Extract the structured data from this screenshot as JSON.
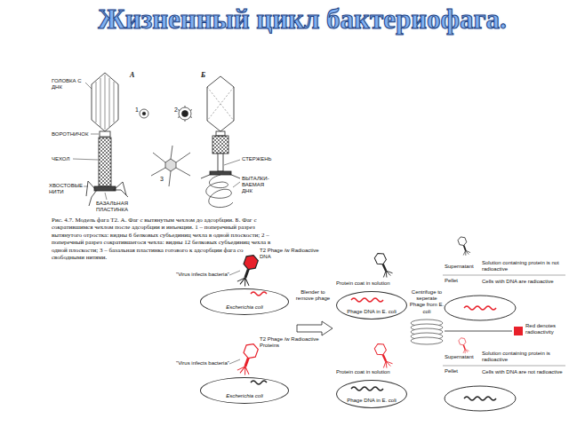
{
  "diagram": {
    "title": "Жизненный цикл бактериофага.",
    "caption": "Рис. 4.7. Модель фага T2. А. Фаг с вытянутым чехлом до адсорбции. Б. Фаг с сократившимся чехлом после адсорбции и инъекции. 1 – поперечный разрез вытянутого отростка: видны 6 белковых субъединиц чехла в одной плоскости; 2 – поперечный разрез сократившегося чехла: видны 12 белковых субъединиц чехла в одной плоскости; 3 – базальная пластинка готового к адсорбции фага со свободными нитями.",
    "nodes": [
      {
        "text": [
          "Escherichia coli"
        ]
      },
      {
        "text": [
          "Phage DNA in E. coli"
        ]
      },
      {
        "text": [
          "Escherichia coli"
        ]
      },
      {
        "text": [
          "Phage DNA in E. coli"
        ]
      }
    ],
    "labels": [
      "ГОЛОВКА С ДНК",
      "А",
      "Б",
      "ВОРОТНИЧОК",
      "ЧЕХОЛ",
      "1",
      "2",
      "3",
      "СТЕРЖЕНЬ",
      "ХВОСТОВЫЕ НИТИ",
      "БАЗАЛЬНАЯ ПЛАСТИНКА",
      "ВЫТАЛКИ-ВАЕМАЯ ДНК",
      "T2 Phage /w Radioactive DNA",
      "\"Virus infects bacteria\"",
      "Protein coat in solution",
      "Blender to remove phage",
      "Centrifuge to seperate Phage from E. coli",
      "Supernatant",
      "Solution containing protein is not radioactive",
      "Pellet",
      "Cells with DNA are radioactive",
      "\"Virus infects bacteria\"",
      "T2 Phage /w Radioactive Proteins",
      "Protein coat in solution",
      "Supernatant",
      "Solution containing protein is radioactive",
      "Pellet",
      "Cells with DNA are not radioactive"
    ],
    "legend": [
      {
        "text": "Red denotes radioactivity",
        "color": "#e8202a"
      }
    ]
  }
}
